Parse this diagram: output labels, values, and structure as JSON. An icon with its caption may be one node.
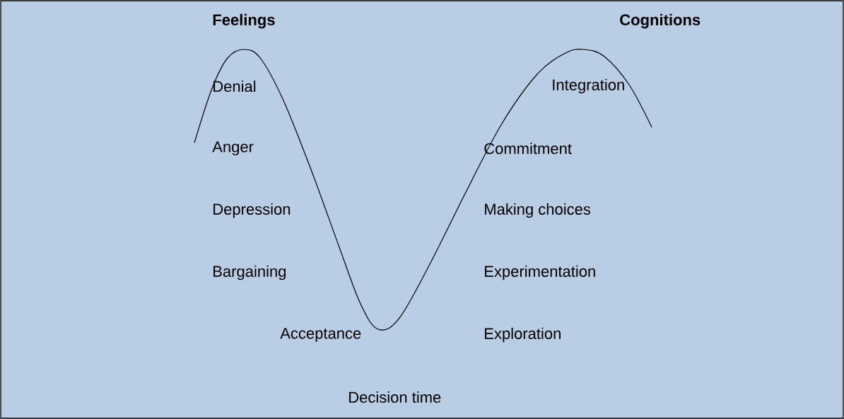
{
  "diagram": {
    "labels": [
      "Feelings",
      "Cognitions",
      "Denial",
      "Integration",
      "Anger",
      "Commitment",
      "Depression",
      "Making choices",
      "Bargaining",
      "Experimentation",
      "Acceptance",
      "Exploration",
      "Decision time"
    ]
  }
}
